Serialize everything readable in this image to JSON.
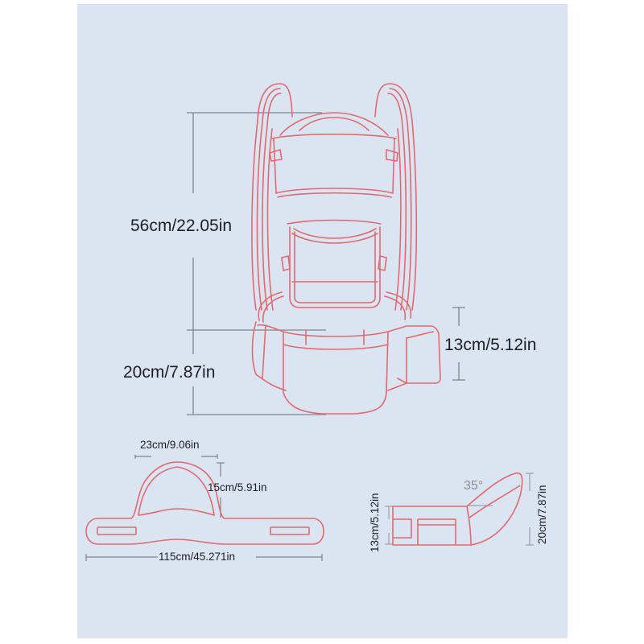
{
  "colors": {
    "background": "#dbe4f1",
    "outline": "#e06a70",
    "dimension_line": "#7c838e",
    "text": "#1c1f26"
  },
  "front_view": {
    "height_upper_label": "56cm/22.05in",
    "height_lower_label": "20cm/7.87in",
    "waist_pocket_label": "13cm/5.12in"
  },
  "waist_belt_view": {
    "seat_width_label": "23cm/9.06in",
    "seat_height_label": "15cm/5.91in",
    "belt_length_label": "115cm/45.271in"
  },
  "side_view": {
    "angle_label": "35°",
    "base_height_label": "13cm/5.12in",
    "seat_height_label": "20cm/7.87in"
  }
}
